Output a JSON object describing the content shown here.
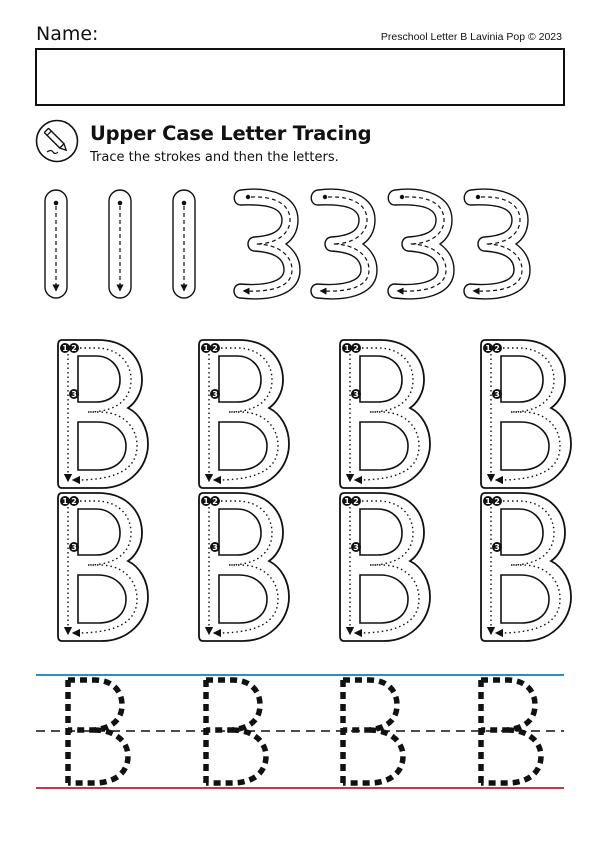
{
  "header": {
    "name_label": "Name:",
    "credit": "Preschool Letter B Lavinia Pop © 2023"
  },
  "section": {
    "title": "Upper Case Letter Tracing",
    "instructions": "Trace the strokes and then the letters.",
    "icon": "pencil-icon"
  },
  "stroke_practice": {
    "vertical_strokes": 3,
    "curve_strokes": 4
  },
  "letter_guides": {
    "letter": "B",
    "step_numbers": [
      "1",
      "2",
      "3"
    ],
    "rows": 2,
    "per_row": 4
  },
  "dashed_letters": {
    "letter": "B",
    "count": 4
  },
  "colors": {
    "top_line": "#2a8fc4",
    "bottom_line": "#c43a44",
    "ink": "#111111"
  }
}
